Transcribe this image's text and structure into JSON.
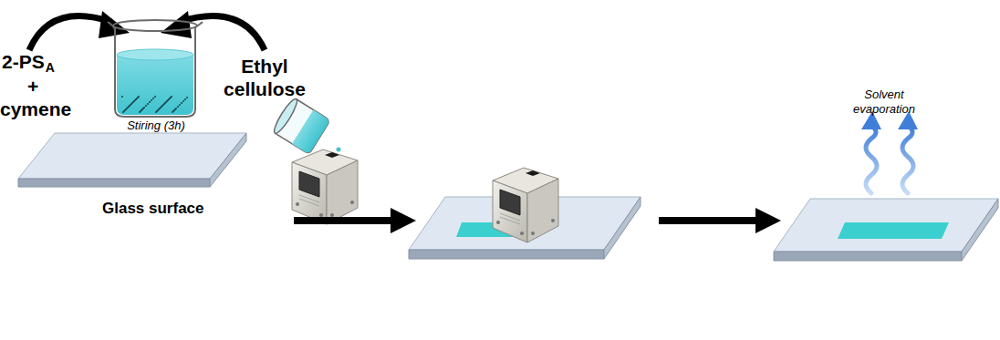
{
  "diagram": {
    "labels": [
      "2-PS",
      "A",
      "+",
      "cymene",
      "Ethyl cellulose",
      "Stiring (3h)",
      "Glass surface",
      "Solvent evaporation"
    ]
  }
}
